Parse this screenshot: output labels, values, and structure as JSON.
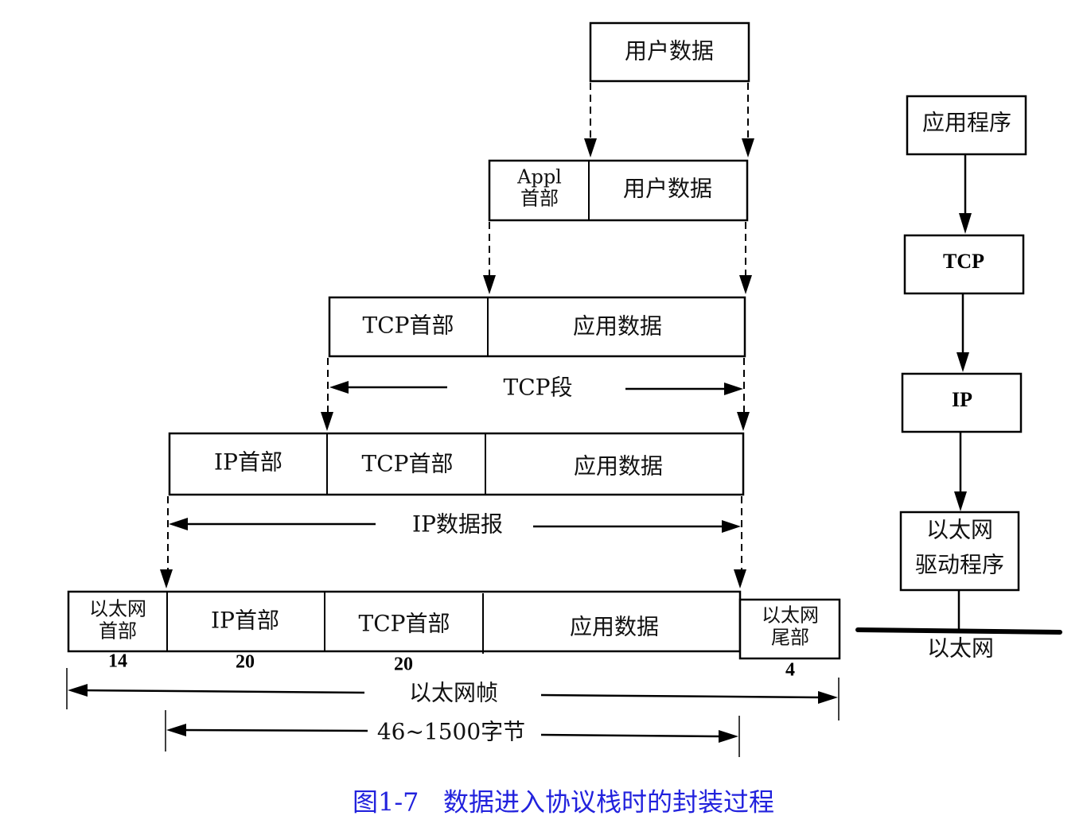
{
  "layers": {
    "user_data": {
      "label": "用户数据"
    },
    "appl": {
      "header_line1": "Appl",
      "header_line2": "首部",
      "data": "用户数据"
    },
    "tcp": {
      "header": "TCP首部",
      "data": "应用数据",
      "span_label": "TCP段"
    },
    "ip": {
      "header": "IP首部",
      "tcp_header": "TCP首部",
      "data": "应用数据",
      "span_label": "IP数据报"
    },
    "ethernet": {
      "header_line1": "以太网",
      "header_line2": "首部",
      "ip_header": "IP首部",
      "tcp_header": "TCP首部",
      "data": "应用数据",
      "trailer_line1": "以太网",
      "trailer_line2": "尾部",
      "sizes": {
        "eth_header": "14",
        "ip_header": "20",
        "tcp_header": "20",
        "trailer": "4"
      },
      "frame_label": "以太网帧",
      "payload_label": "46~1500字节"
    }
  },
  "stack": {
    "app": "应用程序",
    "tcp": "TCP",
    "ip": "IP",
    "driver_line1": "以太网",
    "driver_line2": "驱动程序",
    "network": "以太网"
  },
  "caption": "图1-7   数据进入协议栈时的封装过程",
  "colors": {
    "caption": "#2222dd",
    "line": "#000000"
  }
}
